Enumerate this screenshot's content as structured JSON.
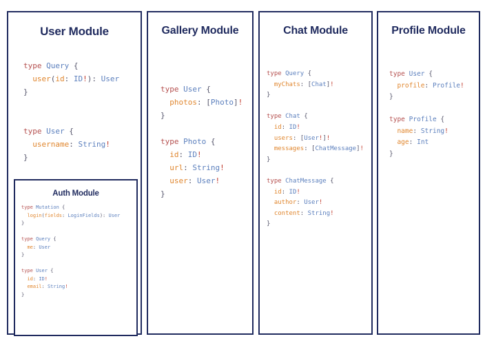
{
  "diagram": {
    "kind": "graphql-schema-modules",
    "colors": {
      "border": "#1f2a5e",
      "title": "#1f2a5e",
      "keyword": "#b5504f",
      "type": "#5b7fbd",
      "field": "#e0862e",
      "punctuation": "#55556b",
      "bang": "#c0392b",
      "background": "#ffffff"
    }
  },
  "modules": [
    {
      "id": "user",
      "title": "User Module",
      "code_lines": [
        "type Query {",
        "  user(id: ID!): User",
        "}",
        "",
        "",
        "type User {",
        "  username: String!",
        "}"
      ],
      "nested": {
        "id": "auth",
        "title": "Auth Module",
        "code_lines": [
          "type Mutation {",
          "  login(fields: LoginFields): User",
          "}",
          "",
          "type Query {",
          "  me: User",
          "}",
          "",
          "type User {",
          "  id: ID!",
          "  email: String!",
          "}"
        ]
      }
    },
    {
      "id": "gallery",
      "title": "Gallery Module",
      "code_lines": [
        "type User {",
        "  photos: [Photo]!",
        "}",
        "",
        "type Photo {",
        "  id: ID!",
        "  url: String!",
        "  user: User!",
        "}"
      ]
    },
    {
      "id": "chat",
      "title": "Chat Module",
      "code_lines": [
        "type Query {",
        "  myChats: [Chat]!",
        "}",
        "",
        "type Chat {",
        "  id: ID!",
        "  users: [User!]!",
        "  messages: [ChatMessage]!",
        "}",
        "",
        "type ChatMessage {",
        "  id: ID!",
        "  author: User!",
        "  content: String!",
        "}"
      ]
    },
    {
      "id": "profile",
      "title": "Profile Module",
      "code_lines": [
        "type User {",
        "  profile: Profile!",
        "}",
        "",
        "type Profile {",
        "  name: String!",
        "  age: Int",
        "}"
      ]
    }
  ]
}
